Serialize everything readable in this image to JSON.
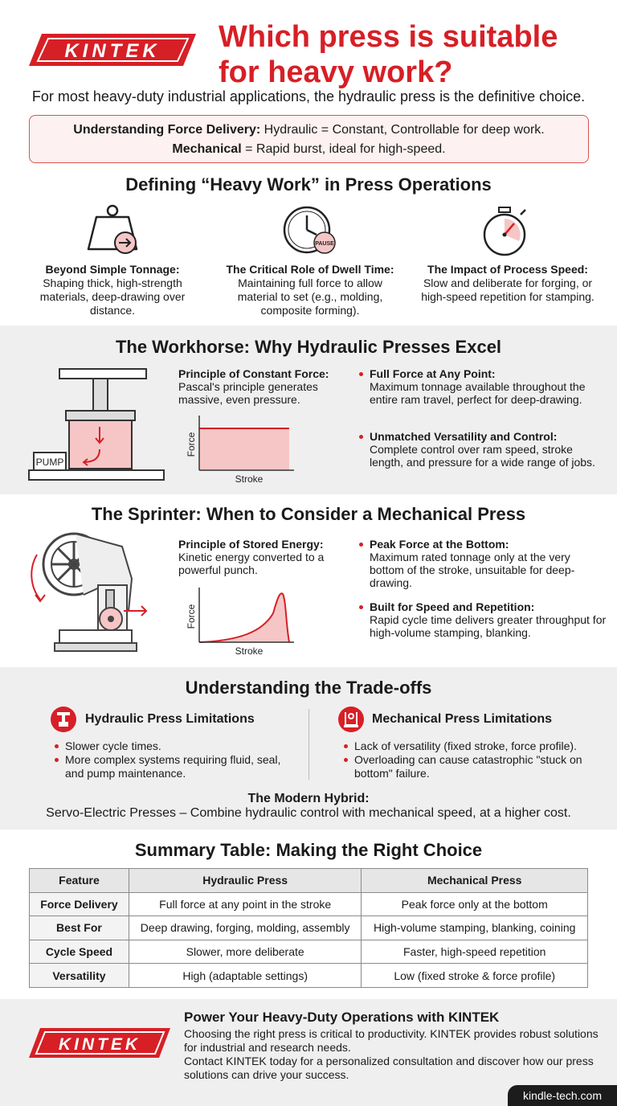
{
  "brand": {
    "logo_text": "KINTEK",
    "accent": "#d71f26"
  },
  "header": {
    "title": "Which press is suitable for heavy work?",
    "subtitle": "For most heavy-duty industrial applications, the hydraulic press is the definitive choice."
  },
  "callout": {
    "line1_label": "Understanding Force Delivery:",
    "line1_text": "Hydraulic = Constant, Controllable for deep work.",
    "line2_label": "Mechanical",
    "line2_text": "= Rapid burst, ideal for high-speed."
  },
  "defining": {
    "heading": "Defining “Heavy Work” in Press Operations",
    "items": [
      {
        "icon": "weight-icon",
        "label": "Beyond Simple Tonnage:",
        "text": "Shaping thick, high-strength materials, deep-drawing over distance."
      },
      {
        "icon": "clock-pause-icon",
        "icon_text": "PAUSE",
        "label": "The Critical Role of Dwell Time:",
        "text": "Maintaining full force to allow material to set (e.g., molding, composite forming)."
      },
      {
        "icon": "stopwatch-icon",
        "label": "The Impact of Process Speed:",
        "text": "Slow and deliberate for forging, or high-speed repetition for stamping."
      }
    ]
  },
  "hydraulic": {
    "heading": "The Workhorse: Why Hydraulic Presses Excel",
    "pump_label": "PUMP",
    "principle_label": "Principle of Constant Force:",
    "principle_text": "Pascal's principle generates massive, even pressure.",
    "graph_ylabel": "Force",
    "graph_xlabel": "Stroke",
    "bullets": [
      {
        "label": "Full Force at Any Point:",
        "text": "Maximum tonnage available throughout the entire ram travel, perfect for deep-drawing."
      },
      {
        "label": "Unmatched Versatility and Control:",
        "text": "Complete control over ram speed, stroke length, and pressure for a wide range of jobs."
      }
    ]
  },
  "mechanical": {
    "heading": "The Sprinter: When to Consider a Mechanical Press",
    "principle_label": "Principle of Stored Energy:",
    "principle_text": "Kinetic energy converted to a powerful punch.",
    "graph_ylabel": "Force",
    "graph_xlabel": "Stroke",
    "bullets": [
      {
        "label": "Peak Force at the Bottom:",
        "text": "Maximum rated tonnage only at the very bottom of the stroke, unsuitable for deep-drawing."
      },
      {
        "label": "Built for Speed and Repetition:",
        "text": "Rapid cycle time delivers greater throughput for high-volume stamping, blanking."
      }
    ]
  },
  "tradeoffs": {
    "heading": "Understanding the Trade-offs",
    "hydraulic_title": "Hydraulic Press Limitations",
    "hydraulic_items": [
      "Slower cycle times.",
      "More complex systems requiring fluid, seal, and pump maintenance."
    ],
    "mechanical_title": "Mechanical Press Limitations",
    "mechanical_items": [
      "Lack of versatility (fixed stroke, force profile).",
      "Overloading can cause catastrophic \"stuck on bottom\" failure."
    ],
    "hybrid_title": "The Modern Hybrid:",
    "hybrid_text": "Servo-Electric Presses – Combine hydraulic control with mechanical speed, at a higher cost."
  },
  "summary": {
    "heading": "Summary Table: Making the Right Choice",
    "columns": [
      "Feature",
      "Hydraulic Press",
      "Mechanical Press"
    ],
    "rows": [
      [
        "Force Delivery",
        "Full force at any point in the stroke",
        "Peak force only at the bottom"
      ],
      [
        "Best For",
        "Deep drawing, forging, molding, assembly",
        "High-volume stamping, blanking, coining"
      ],
      [
        "Cycle Speed",
        "Slower, more deliberate",
        "Faster, high-speed repetition"
      ],
      [
        "Versatility",
        "High (adaptable settings)",
        "Low (fixed stroke & force profile)"
      ]
    ]
  },
  "footer": {
    "cta_title": "Power Your Heavy-Duty Operations with KINTEK",
    "cta_line1": "Choosing the right press is critical to productivity. KINTEK provides robust solutions for industrial and research needs.",
    "cta_line2": "Contact KINTEK today for a personalized consultation and discover how our press solutions can drive your success.",
    "site": "kindle-tech.com"
  }
}
